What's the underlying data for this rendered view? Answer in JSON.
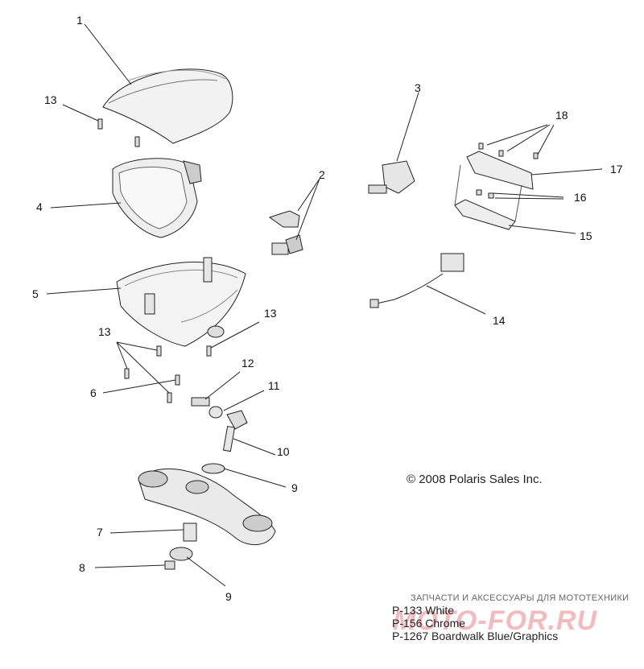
{
  "callouts": [
    "1",
    "2",
    "3",
    "4",
    "5",
    "6",
    "7",
    "8",
    "9",
    "9",
    "10",
    "11",
    "12",
    "13",
    "13",
    "13",
    "14",
    "15",
    "16",
    "17",
    "18"
  ],
  "copyright": "© 2008 Polaris Sales Inc.",
  "footer": {
    "line1": "P-133  White",
    "line2": "P-156  Chrome",
    "line3": "P-1267 Boardwalk Blue/Graphics"
  },
  "watermark": {
    "tagline": "ЗАПЧАСТИ И АКСЕССУАРЫ ДЛЯ МОТОТЕХНИКИ",
    "logo": "MOTO-FOR.RU"
  }
}
